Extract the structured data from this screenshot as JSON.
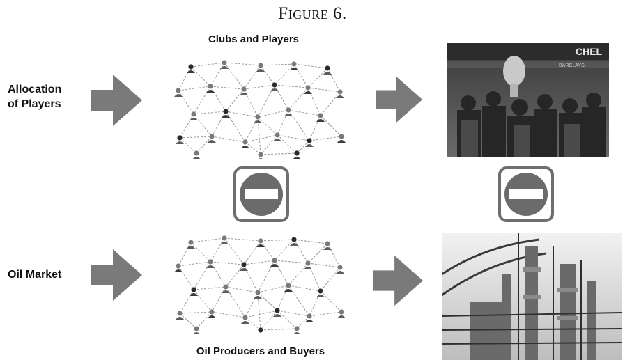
{
  "figure": {
    "title": "Figure 6."
  },
  "rows": [
    {
      "label": "Allocation\nof Players",
      "network_caption": "Clubs and Players",
      "photo": {
        "subject": "football-team-celebrating-trophy",
        "banner_text": "CHEL",
        "sponsor_text": "BARCLAYS"
      }
    },
    {
      "label": "Oil Market",
      "network_caption": "Oil Producers and Buyers",
      "photo": {
        "subject": "oil-refinery"
      }
    }
  ],
  "icons": {
    "arrow": "right-arrow-icon",
    "no_entry": "no-entry-icon"
  },
  "colors": {
    "arrow": "#7a7a7a",
    "no_entry_fill": "#6b6b6b",
    "no_entry_bar": "#ffffff",
    "network_line": "#9a9a9a"
  }
}
